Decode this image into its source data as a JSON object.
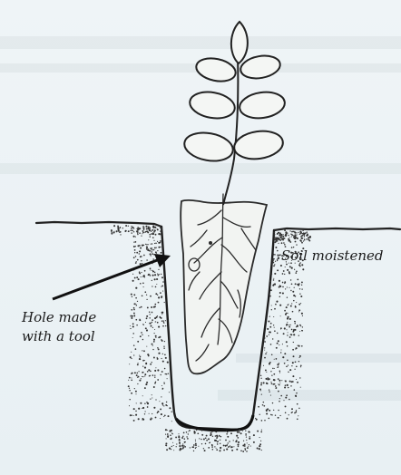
{
  "diagram": {
    "labels": {
      "soil_moistened": "Soil moistened",
      "hole_line1": "Hole made",
      "hole_line2": "with a tool"
    },
    "colors": {
      "background": "#eef3f5",
      "ink": "#1b1b1b"
    }
  }
}
